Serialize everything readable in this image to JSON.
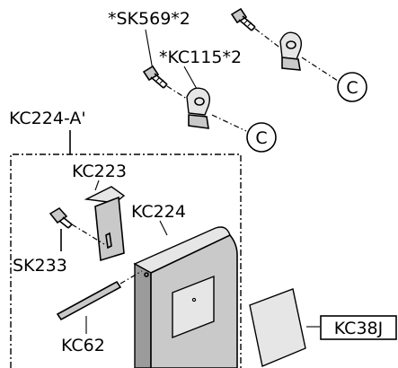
{
  "labels": {
    "sk569": "*SK569*2",
    "kc115": "*KC115*2",
    "kc224a": "KC224-A'",
    "kc223": "KC223",
    "kc224": "KC224",
    "sk233": "SK233",
    "kc62": "KC62",
    "kc38j": "KC38J"
  },
  "markers": {
    "c": "C"
  }
}
